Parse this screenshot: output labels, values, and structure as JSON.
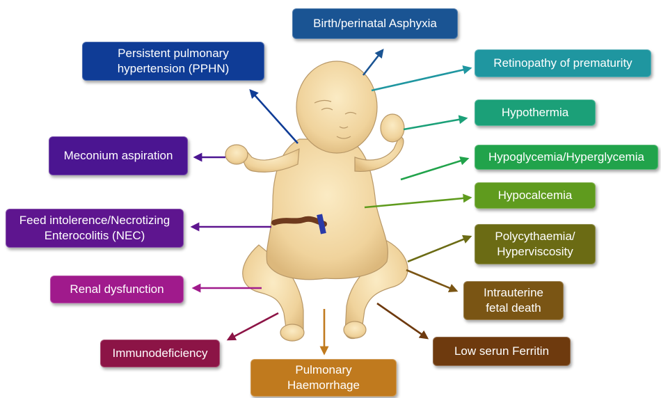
{
  "labels": {
    "birth_asphyxia": "Birth/perinatal Asphyxia",
    "pphn_line1": "Persistent pulmonary",
    "pphn_line2": "hypertension (PPHN)",
    "retinopathy": "Retinopathy of prematurity",
    "hypothermia": "Hypothermia",
    "meconium": "Meconium aspiration",
    "hypoglycemia": "Hypoglycemia/Hyperglycemia",
    "hypocalcemia": "Hypocalcemia",
    "nec_line1": "Feed intolerence/Necrotizing",
    "nec_line2": "Enterocolitis (NEC)",
    "polycythaemia_line1": "Polycythaemia/",
    "polycythaemia_line2": "Hyperviscosity",
    "renal": "Renal dysfunction",
    "iufd_line1": "Intrauterine",
    "iufd_line2": "fetal death",
    "immunodeficiency": "Immunodeficiency",
    "ferritin": "Low serun Ferritin",
    "haemorrhage_line1": "Pulmonary",
    "haemorrhage_line2": "Haemorrhage"
  },
  "colors": {
    "birth_asphyxia": "#1a5493",
    "pphn": "#0f3c96",
    "retinopathy": "#1f96a0",
    "hypothermia": "#1ba078",
    "meconium": "#4b1591",
    "hypoglycemia": "#21a34b",
    "hypocalcemia": "#5f9b1e",
    "nec": "#5e158f",
    "polycythaemia": "#6b6b14",
    "renal": "#a01a8c",
    "iufd": "#7a5514",
    "immunodeficiency": "#8c1446",
    "ferritin": "#6e3a0e",
    "haemorrhage": "#c07a1e",
    "baby_skin": "#f2d9a6",
    "baby_outline": "#b89868"
  }
}
